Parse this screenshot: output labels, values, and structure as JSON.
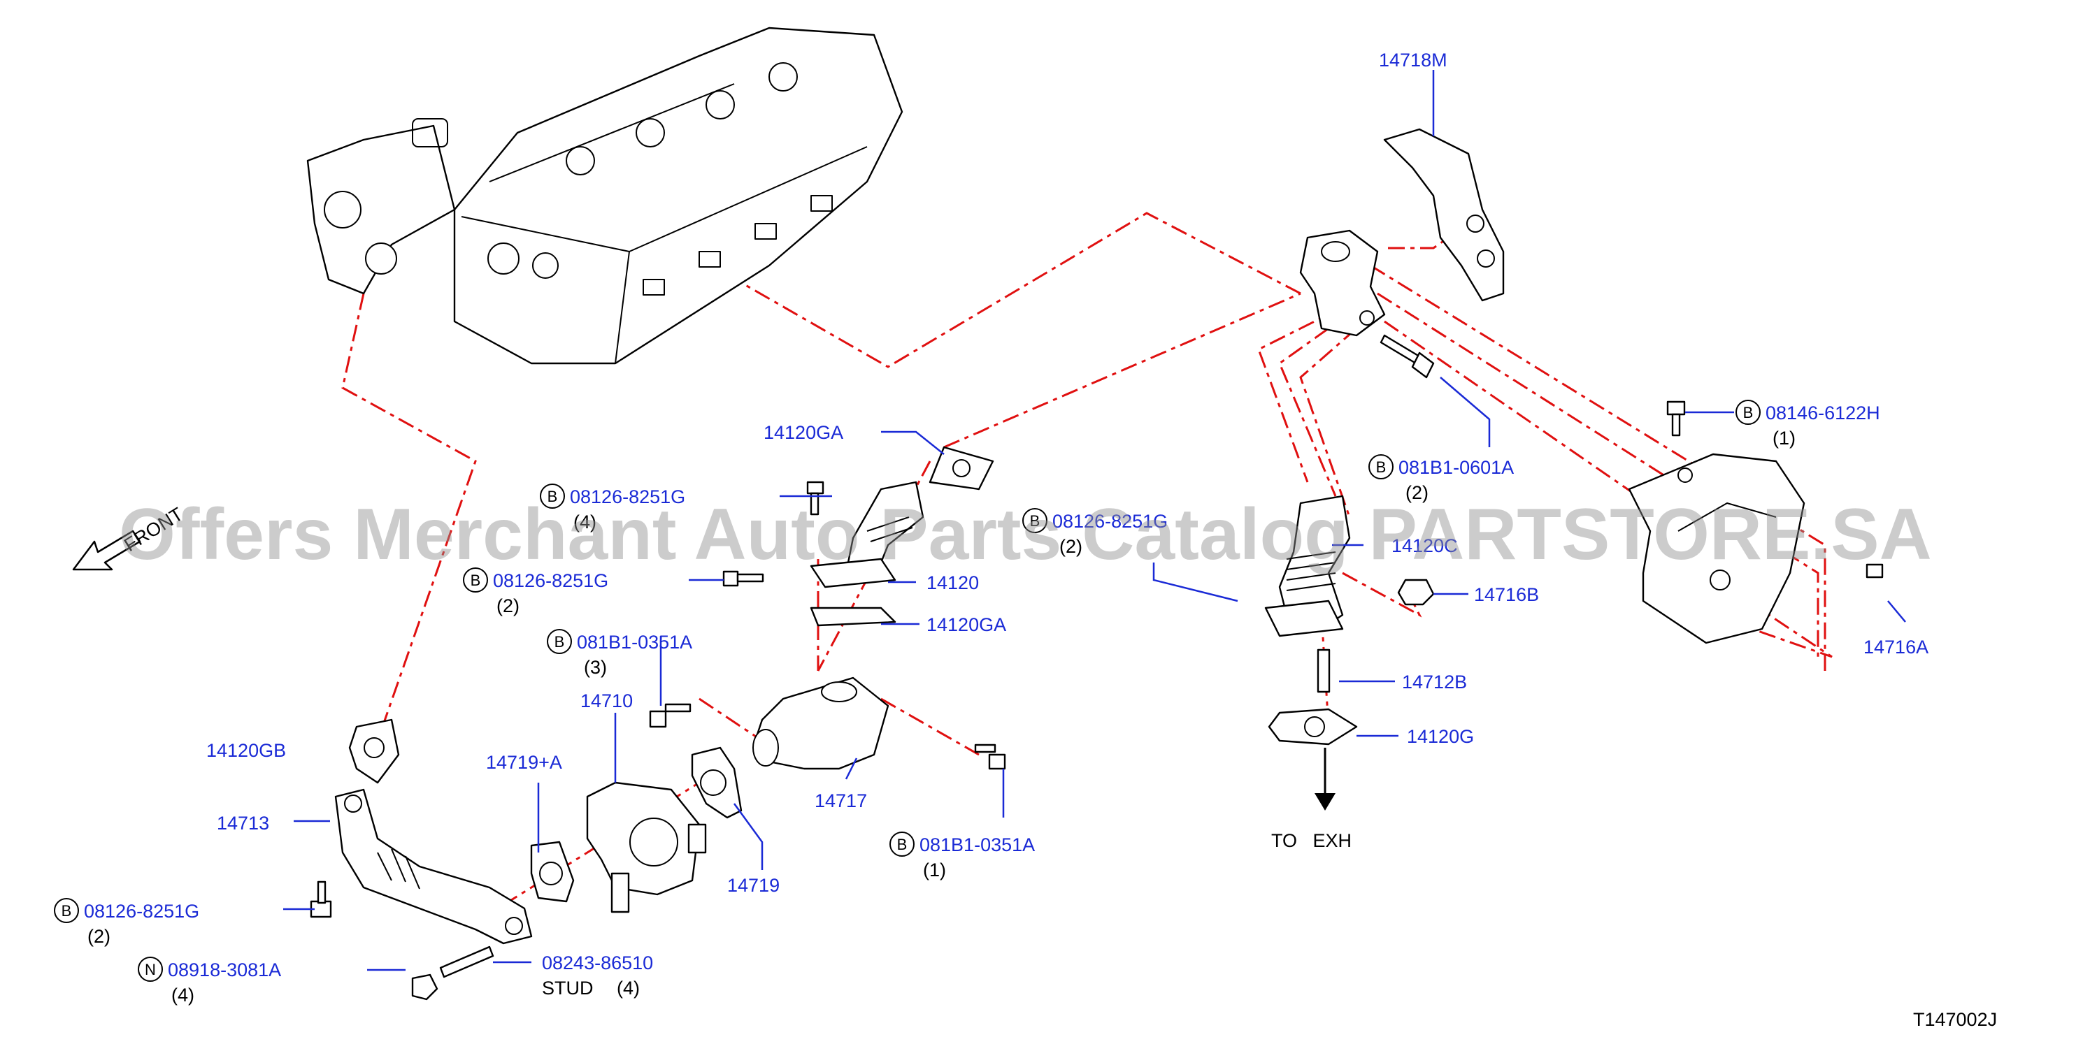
{
  "diagram_code": "T147002J",
  "watermark": "Offers Merchant Auto Parts Catalog PARTSTORE.SA",
  "front_label": "FRONT",
  "exhaust_label": "TO   EXH",
  "stud_label": "STUD",
  "colors": {
    "part_number": "#1a2ad6",
    "connection_line": "#e01010",
    "text": "#000000"
  },
  "callouts": [
    {
      "part": "14718M"
    },
    {
      "part": "08146-6122H",
      "prefix": "B",
      "qty": "(1)"
    },
    {
      "part": "081B1-0601A",
      "prefix": "B",
      "qty": "(2)"
    },
    {
      "part": "14120GA"
    },
    {
      "part": "08126-8251G",
      "prefix": "B",
      "qty": "(4)"
    },
    {
      "part": "08126-8251G",
      "prefix": "B",
      "qty": "(2)"
    },
    {
      "part": "14120"
    },
    {
      "part": "14120GA"
    },
    {
      "part": "081B1-0351A",
      "prefix": "B",
      "qty": "(3)"
    },
    {
      "part": "14710"
    },
    {
      "part": "14120GB"
    },
    {
      "part": "14719+A"
    },
    {
      "part": "14717"
    },
    {
      "part": "14713"
    },
    {
      "part": "14719"
    },
    {
      "part": "081B1-0351A",
      "prefix": "B",
      "qty": "(1)"
    },
    {
      "part": "08126-8251G",
      "prefix": "B",
      "qty": "(2)"
    },
    {
      "part": "08918-3081A",
      "prefix": "N",
      "qty": "(4)"
    },
    {
      "part": "08243-86510",
      "qty": "(4)"
    },
    {
      "part": "08126-8251G",
      "prefix": "B",
      "qty": "(2)"
    },
    {
      "part": "14120C"
    },
    {
      "part": "14716B"
    },
    {
      "part": "14712B"
    },
    {
      "part": "14120G"
    },
    {
      "part": "14716A"
    }
  ]
}
